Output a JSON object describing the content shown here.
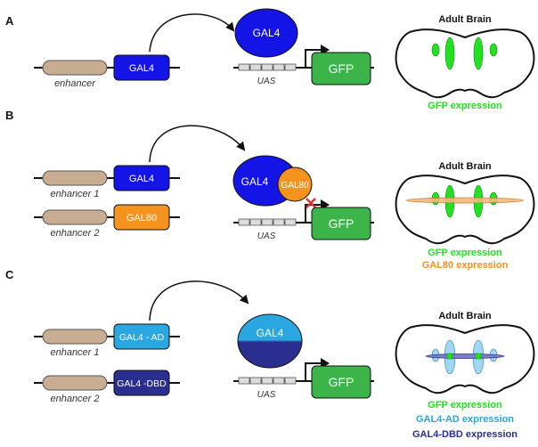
{
  "colors": {
    "gal4": "#1414e6",
    "gal80": "#f4931e",
    "gal4_ad": "#2aa6e0",
    "gal4_dbd": "#2a2f8f",
    "gfp": "#3cb449",
    "gfp_spot": "#22e022",
    "enhancer": "#c9ad93",
    "red_x": "#e23030"
  },
  "panels": {
    "a": {
      "label": "A",
      "enhancer": "enhancer",
      "gal4": "GAL4",
      "protein": "GAL4",
      "uas": "UAS",
      "gfp": "GFP",
      "brain_title": "Adult Brain",
      "legend": [
        "GFP expression"
      ]
    },
    "b": {
      "label": "B",
      "enhancer1": "enhancer 1",
      "enhancer2": "enhancer 2",
      "gal4": "GAL4",
      "gal80": "GAL80",
      "protein_gal4": "GAL4",
      "protein_gal80": "GAL80",
      "uas": "UAS",
      "gfp": "GFP",
      "brain_title": "Adult Brain",
      "legend": [
        "GFP expression",
        "GAL80 expression"
      ]
    },
    "c": {
      "label": "C",
      "enhancer1": "enhancer 1",
      "enhancer2": "enhancer 2",
      "gal4_ad": "GAL4 - AD",
      "gal4_dbd": "GAL4 -DBD",
      "protein": "GAL4",
      "uas": "UAS",
      "gfp": "GFP",
      "brain_title": "Adult Brain",
      "legend": [
        "GFP expression",
        "GAL4-AD expression",
        "GAL4-DBD expression"
      ]
    }
  }
}
